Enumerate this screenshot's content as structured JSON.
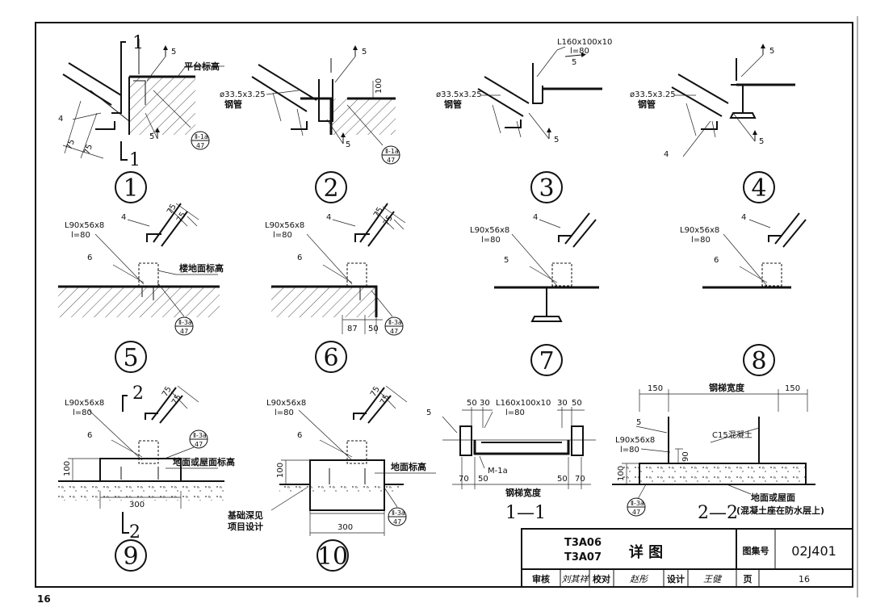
{
  "page_number": "16",
  "details": [
    {
      "num": "1",
      "labels": [
        "平台标高",
        "5",
        "4",
        "5",
        "75",
        "75"
      ],
      "ref_top": "Ⅱ-1a",
      "ref_bottom": "47",
      "cut_top": "1",
      "cut_bottom": "1"
    },
    {
      "num": "2",
      "labels": [
        "ø33.5x3.25",
        "钢管",
        "5",
        "5",
        "100"
      ],
      "ref_top": "Ⅱ-1a",
      "ref_bottom": "47"
    },
    {
      "num": "3",
      "labels": [
        "L160x100x10",
        "l=80",
        "ø33.5x3.25",
        "钢管",
        "5",
        "5"
      ]
    },
    {
      "num": "4",
      "labels": [
        "ø33.5x3.25",
        "钢管",
        "5",
        "5",
        "4"
      ]
    },
    {
      "num": "5",
      "labels": [
        "L90x56x8",
        "l=80",
        "4",
        "6",
        "75",
        "75",
        "楼地面标高"
      ],
      "ref_top": "Ⅱ-3a",
      "ref_bottom": "47"
    },
    {
      "num": "6",
      "labels": [
        "L90x56x8",
        "l=80",
        "4",
        "6",
        "75",
        "75",
        "87",
        "50"
      ],
      "ref_top": "Ⅱ-3a",
      "ref_bottom": "47"
    },
    {
      "num": "7",
      "labels": [
        "L90x56x8",
        "l=80",
        "4",
        "5"
      ]
    },
    {
      "num": "8",
      "labels": [
        "L90x56x8",
        "l=80",
        "4",
        "6"
      ]
    },
    {
      "num": "9",
      "labels": [
        "L90x56x8",
        "l=80",
        "6",
        "75",
        "75",
        "100",
        "地面或屋面标高",
        "300"
      ],
      "ref_top": "Ⅱ-3a",
      "ref_bottom": "47",
      "cut_top": "2",
      "cut_bottom": "2"
    },
    {
      "num": "10",
      "labels": [
        "L90x56x8",
        "l=80",
        "6",
        "75",
        "75",
        "100",
        "地面标高",
        "基础深见",
        "项目设计",
        "300"
      ],
      "ref_top": "Ⅱ-3a",
      "ref_bottom": "47"
    }
  ],
  "sections": [
    {
      "name": "1—1",
      "labels": [
        "50",
        "30",
        "L160x100x10",
        "l=80",
        "30",
        "50",
        "5",
        "M-1a",
        "70",
        "50",
        "钢梯宽度",
        "50",
        "70"
      ]
    },
    {
      "name": "2—2",
      "labels": [
        "150",
        "钢梯宽度",
        "150",
        "5",
        "L90x56x8",
        "l=80",
        "C15混凝土",
        "90",
        "100",
        "地面或屋面",
        "(混凝土座在防水层上)"
      ],
      "ref_top": "Ⅱ-3a",
      "ref_bottom": "47"
    }
  ],
  "title_block": {
    "codes": [
      "T3A06",
      "T3A07"
    ],
    "title": "详  图",
    "atlas_label": "图集号",
    "atlas_no": "02J401",
    "review_label": "审核",
    "review_sig": "刘其祥",
    "check_label": "校对",
    "check_sig": "赵彤",
    "design_label": "设计",
    "design_sig": "王健",
    "page_label": "页",
    "page_no": "16"
  }
}
